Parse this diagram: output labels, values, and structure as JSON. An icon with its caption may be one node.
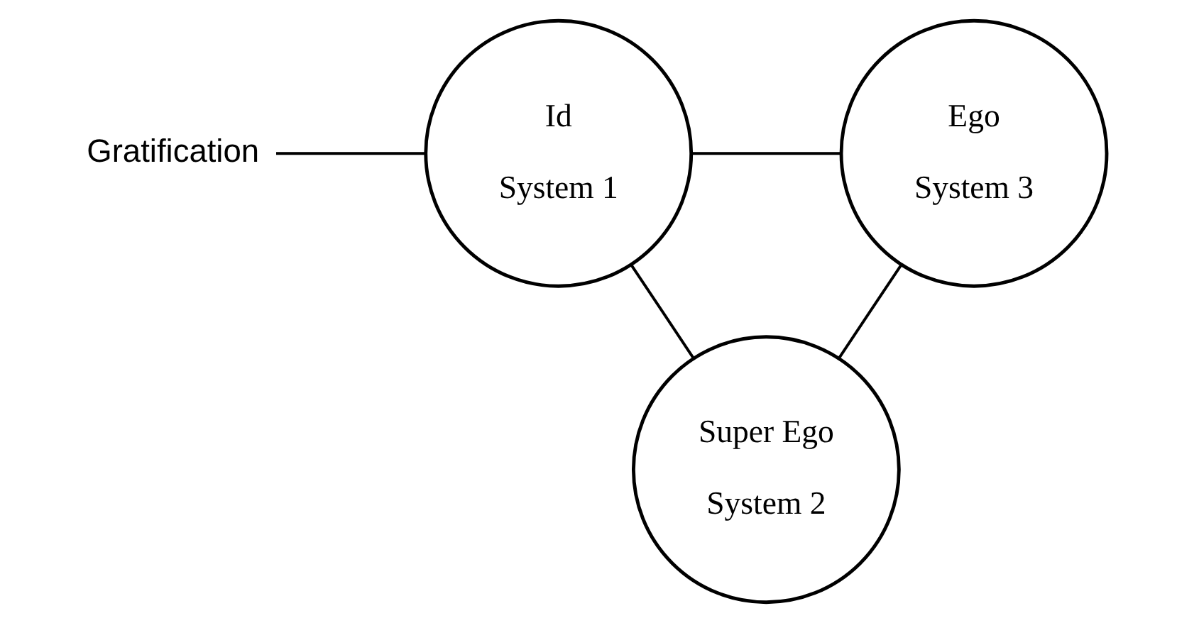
{
  "diagram": {
    "nodes": [
      {
        "text": [
          "Gratification"
        ]
      },
      {
        "text": [
          "Id",
          "System 1"
        ]
      },
      {
        "text": [
          "Ego",
          "System 3"
        ]
      },
      {
        "text": [
          "Super Ego",
          "System 2"
        ]
      }
    ],
    "edges": [
      {
        "from": 0,
        "to": 1,
        "arrow": "none"
      },
      {
        "from": 1,
        "to": 2,
        "arrow": "none"
      },
      {
        "from": 1,
        "to": 3,
        "arrow": "none"
      },
      {
        "from": 2,
        "to": 3,
        "arrow": "none"
      }
    ]
  }
}
